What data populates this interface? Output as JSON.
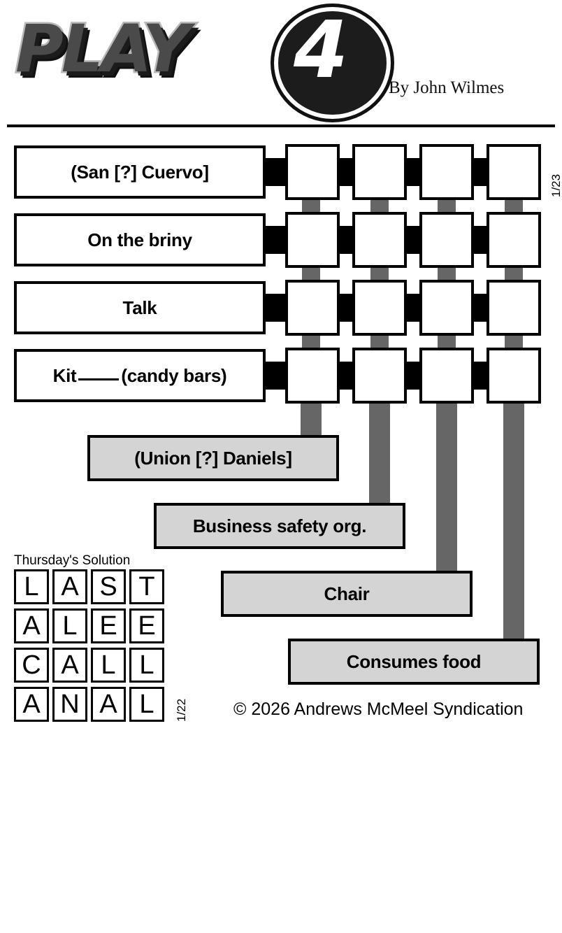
{
  "header": {
    "logo_text": "PLAY",
    "logo_number": "4",
    "byline": "By John Wilmes"
  },
  "puzzle": {
    "date_top": "1/23",
    "date_solution": "1/22",
    "top_clues": [
      {
        "label": "(San [?] Cuervo]"
      },
      {
        "label": "On the briny"
      },
      {
        "label": "Talk"
      },
      {
        "label_pre": "Kit",
        "label_post": "(candy bars)"
      }
    ],
    "bottom_clues": [
      {
        "label": "(Union [?] Daniels]"
      },
      {
        "label": "Business safety org."
      },
      {
        "label": "Chair"
      },
      {
        "label": "Consumes food"
      }
    ],
    "grid_rows": 4,
    "grid_cols": 4
  },
  "solution": {
    "label": "Thursday's Solution",
    "rows": [
      [
        "L",
        "A",
        "S",
        "T"
      ],
      [
        "A",
        "L",
        "E",
        "E"
      ],
      [
        "C",
        "A",
        "L",
        "L"
      ],
      [
        "A",
        "N",
        "A",
        "L"
      ]
    ]
  },
  "footer": {
    "copyright": "© 2026 Andrews McMeel Syndication"
  },
  "colors": {
    "shaded_clue": "#d4d4d4",
    "connector_gray": "#666666",
    "connector_black": "#000000"
  }
}
